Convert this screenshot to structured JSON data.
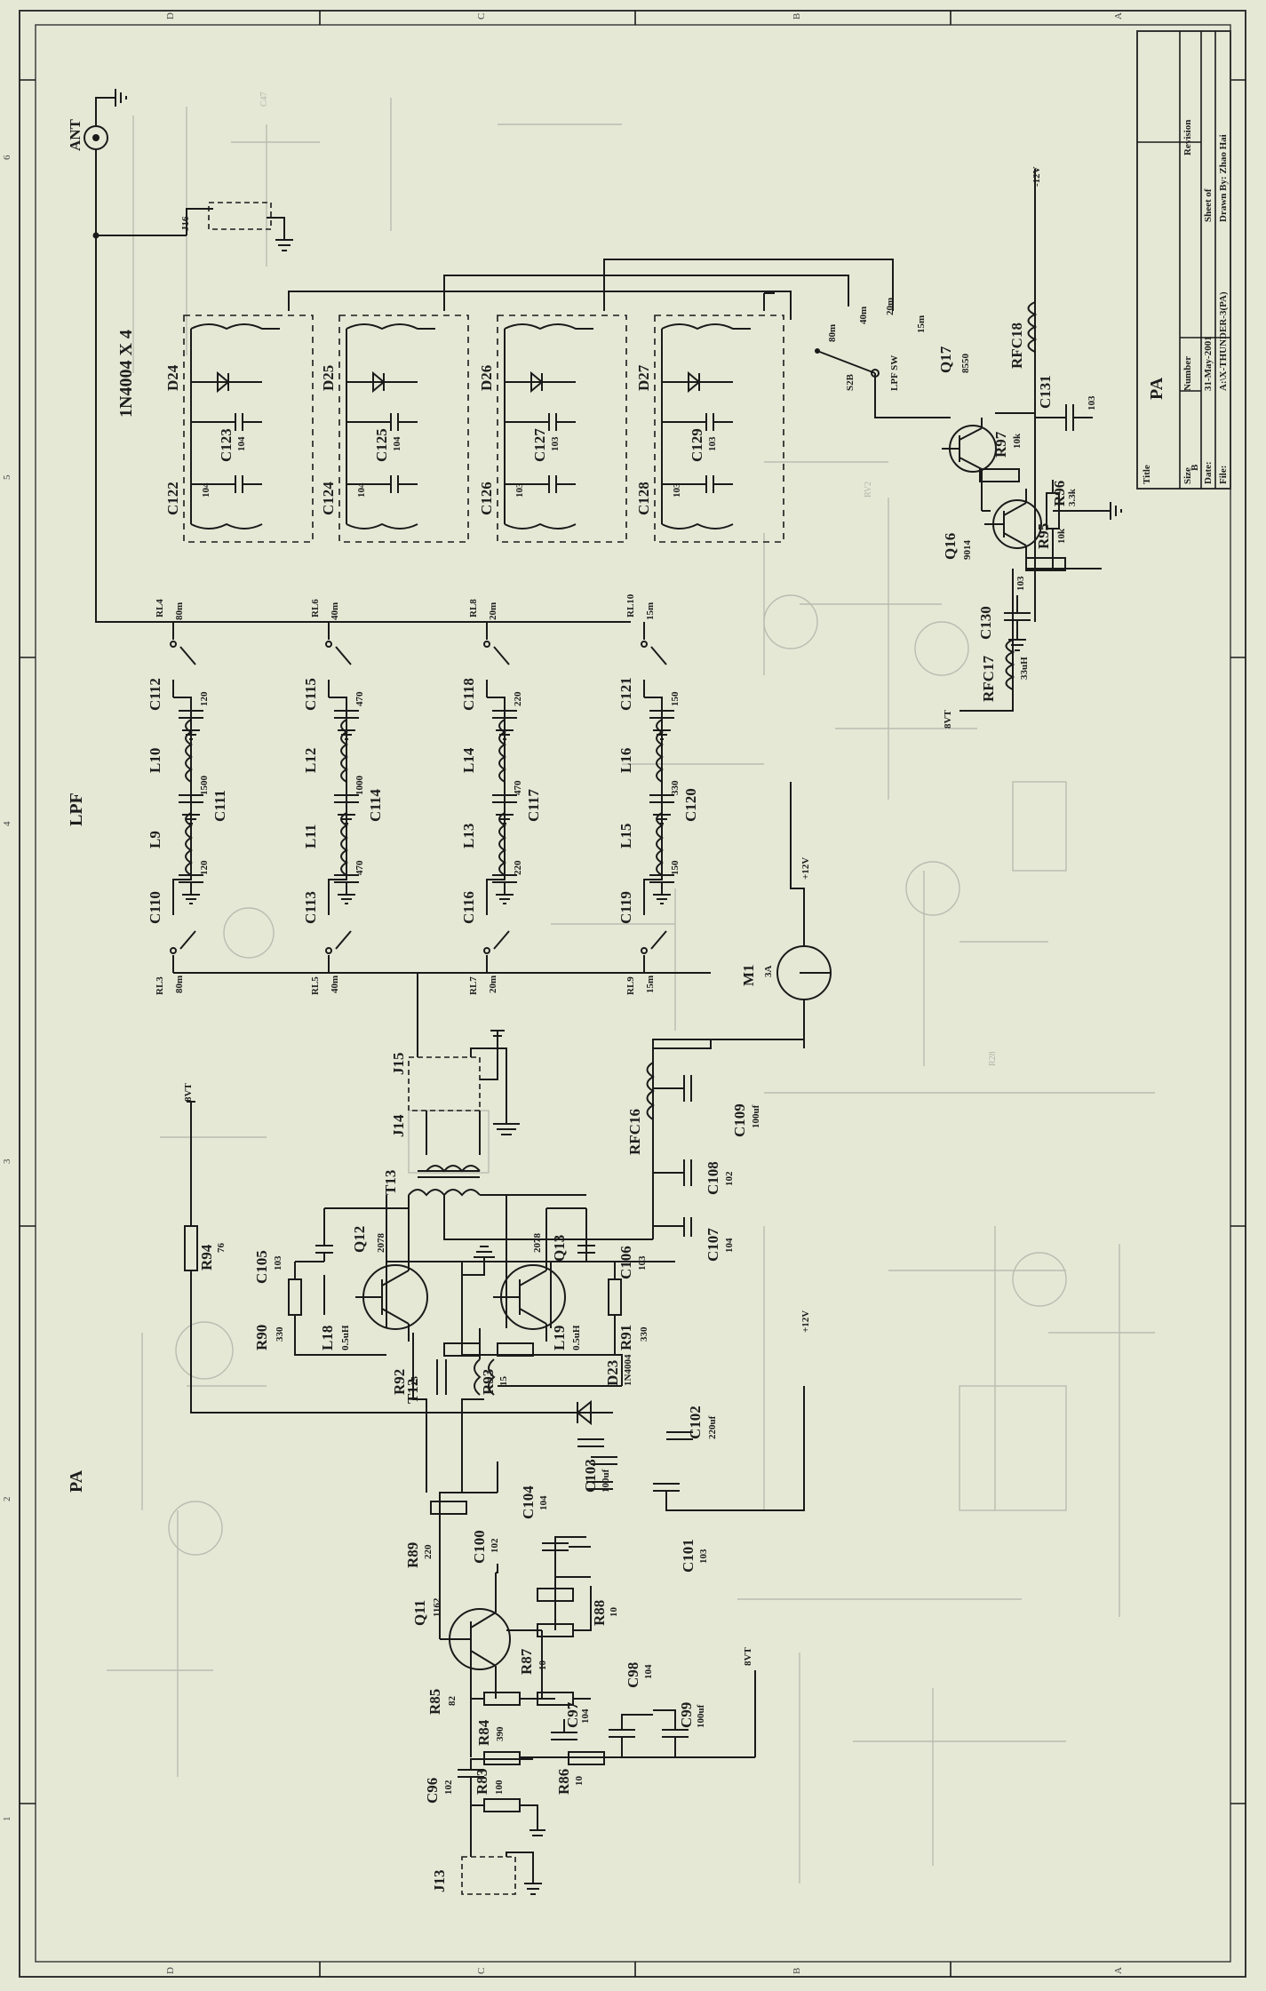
{
  "title_block": {
    "title_label": "Title",
    "title_value": "PA",
    "size_label": "Size",
    "size_value": "B",
    "number_label": "Number",
    "revision_label": "Revision",
    "date_label": "Date:",
    "date_value": "31-May-2001",
    "file_label": "File:",
    "file_value": "A:\\X-THUNDER-3(PA)",
    "sheet_label": "Sheet   of",
    "drawn_label": "Drawn By: Zhao Hai"
  },
  "zones": {
    "columns": [
      "1",
      "2",
      "3",
      "4",
      "5",
      "6"
    ],
    "rows": [
      "D",
      "C",
      "B",
      "A"
    ]
  },
  "sections": {
    "pa": "PA",
    "lpf": "LPF"
  },
  "note_diodes": "1N4004  X  4",
  "antenna": "ANT",
  "connectors": {
    "j13": "J13",
    "j14": "J14",
    "j15": "J15",
    "j16": "J16"
  },
  "supply": {
    "p12v": "+12V",
    "p8vt": "8VT",
    "m12v": "-12V"
  },
  "meter": {
    "ref": "M1",
    "value": "3A"
  },
  "switch": {
    "ref": "S2B",
    "name": "LPF SW",
    "positions": [
      "80m",
      "40m",
      "20m",
      "15m"
    ]
  },
  "filters": [
    {
      "band": "80m",
      "relay_in": "RL3",
      "relay_out": "RL4",
      "l1": "L9",
      "l2": "L10",
      "c_in": "C110",
      "c_in_val": "120",
      "c_mid": "C111",
      "c_mid_val": "1500",
      "c_out": "C112",
      "c_out_val": "120"
    },
    {
      "band": "40m",
      "relay_in": "RL5",
      "relay_out": "RL6",
      "l1": "L11",
      "l2": "L12",
      "c_in": "C113",
      "c_in_val": "470",
      "c_mid": "C114",
      "c_mid_val": "1000",
      "c_out": "C115",
      "c_out_val": "470"
    },
    {
      "band": "20m",
      "relay_in": "RL7",
      "relay_out": "RL8",
      "l1": "L13",
      "l2": "L14",
      "c_in": "C116",
      "c_in_val": "220",
      "c_mid": "C117",
      "c_mid_val": "470",
      "c_out": "C118",
      "c_out_val": "220"
    },
    {
      "band": "15m",
      "relay_in": "RL9",
      "relay_out": "RL10",
      "l1": "L15",
      "l2": "L16",
      "c_in": "C119",
      "c_in_val": "150",
      "c_mid": "C120",
      "c_mid_val": "330",
      "c_out": "C121",
      "c_out_val": "150"
    }
  ],
  "relay_coils": [
    {
      "c1": "C122",
      "c1_val": "104",
      "c2": "C123",
      "c2_val": "104",
      "diode": "D24"
    },
    {
      "c1": "C124",
      "c1_val": "104",
      "c2": "C125",
      "c2_val": "104",
      "diode": "D25"
    },
    {
      "c1": "C126",
      "c1_val": "103",
      "c2": "C127",
      "c2_val": "103",
      "diode": "D26"
    },
    {
      "c1": "C128",
      "c1_val": "103",
      "c2": "C129",
      "c2_val": "103",
      "diode": "D27"
    }
  ],
  "driver": {
    "q16": "Q16",
    "q16_val": "9014",
    "q17": "Q17",
    "q17_val": "8550",
    "r95": "R95",
    "r95_val": "10k",
    "r96": "R96",
    "r96_val": "3.3k",
    "r97": "R97",
    "r97_val": "10k",
    "rfc17": "RFC17",
    "rfc17_val": "33uH",
    "rfc18": "RFC18",
    "c130": "C130",
    "c130_val": "103",
    "c131": "C131",
    "c131_val": "103"
  },
  "pa_stage": {
    "q11": "Q11",
    "q11_val": "1162",
    "q12": "Q12",
    "q12_val": "2078",
    "q13": "Q13",
    "q13_val": "2078",
    "t12": "T12",
    "t13": "T13",
    "r83": "R83",
    "r83_val": "100",
    "r84": "R84",
    "r84_val": "390",
    "r85": "R85",
    "r85_val": "82",
    "r86": "R86",
    "r86_val": "10",
    "r87": "R87",
    "r87_val": "10",
    "r88": "R88",
    "r88_val": "10",
    "r89": "R89",
    "r89_val": "220",
    "r90": "R90",
    "r90_val": "330",
    "r91": "R91",
    "r91_val": "330",
    "r92": "R92",
    "r92_val": "15",
    "r93": "R93",
    "r93_val": "15",
    "r94": "R94",
    "r94_val": "76",
    "c96": "C96",
    "c96_val": "102",
    "c97": "C97",
    "c97_val": "104",
    "c98": "C98",
    "c98_val": "104",
    "c99": "C99",
    "c99_val": "100uf",
    "c100": "C100",
    "c100_val": "102",
    "c101": "C101",
    "c101_val": "103",
    "c102": "C102",
    "c102_val": "220uf",
    "c103": "C103",
    "c103_val": "100uf",
    "c104": "C104",
    "c104_val": "104",
    "c105": "C105",
    "c105_val": "103",
    "c106": "C106",
    "c106_val": "103",
    "c107": "C107",
    "c107_val": "104",
    "c108": "C108",
    "c108_val": "102",
    "c109": "C109",
    "c109_val": "100uf",
    "l18": "L18",
    "l18_val": "0.5uH",
    "l19": "L19",
    "l19_val": "0.5uH",
    "d23": "D23",
    "d23_val": "1N4004",
    "rfc16": "RFC16"
  }
}
